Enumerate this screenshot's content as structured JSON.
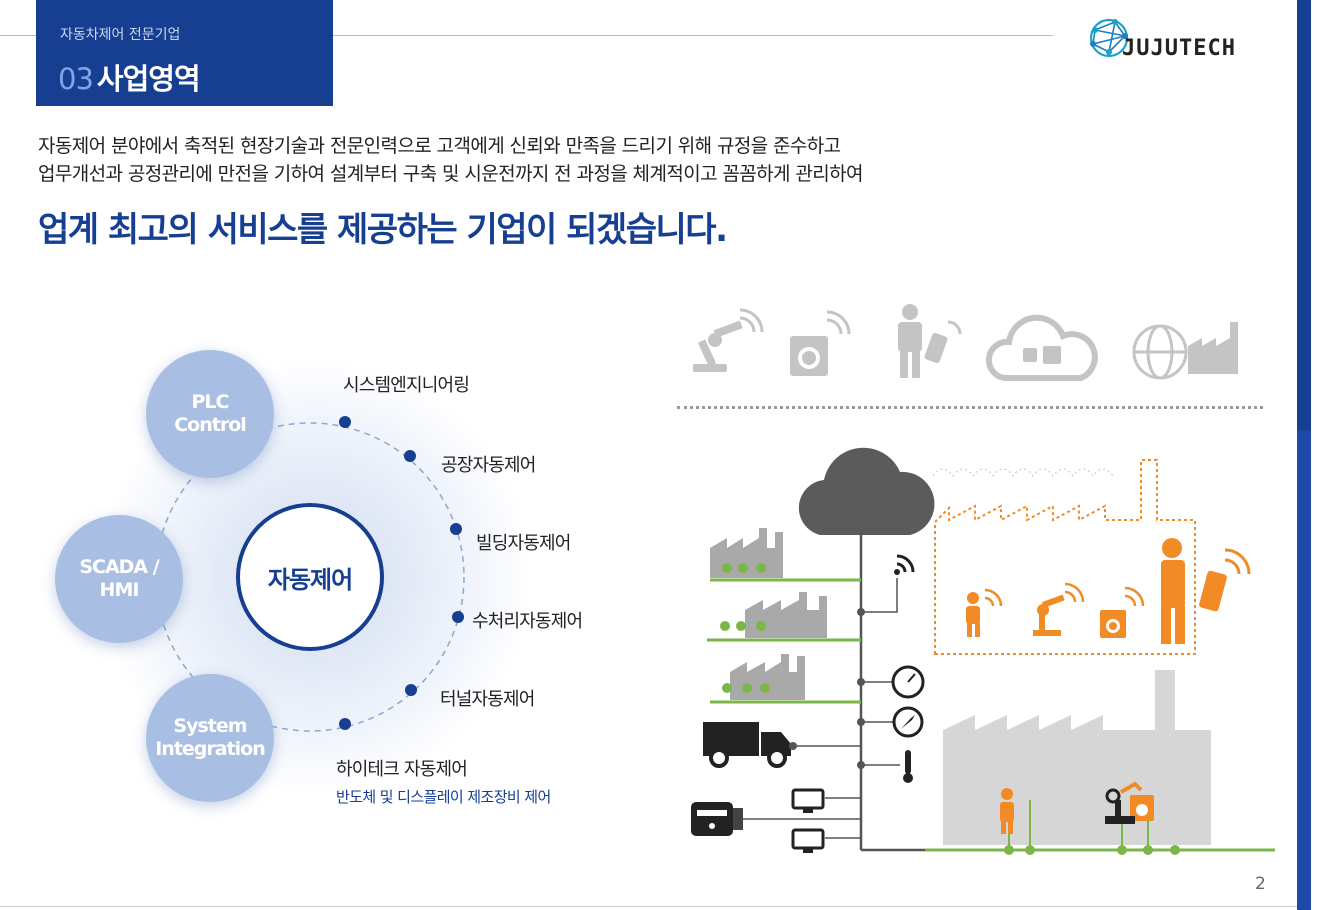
{
  "header": {
    "subtitle": "자동차제어 전문기업",
    "section_number": "03",
    "section_title": "사업영역",
    "logo_text": "JUJUTECH",
    "logo_icon": "network-globe-icon",
    "brand_color": "#173f91"
  },
  "intro": {
    "line1": "자동제어 분야에서 축적된 현장기술과 전문인력으로 고객에게 신뢰와 만족을 드리기 위해 규정을 준수하고",
    "line2": "업무개선과 공정관리에 만전을 기하여 설계부터 구축 및 시운전까지 전 과정을 체계적이고 꼼꼼하게 관리하여",
    "headline": "업계 최고의 서비스를 제공하는 기업이 되겠습니다."
  },
  "diagram": {
    "center": "자동제어",
    "nodes": [
      {
        "label": "PLC\nControl"
      },
      {
        "label": "SCADA /\nHMI"
      },
      {
        "label": "System\nIntegration"
      }
    ],
    "services": [
      "시스템엔지니어링",
      "공장자동제어",
      "빌딩자동제어",
      "수처리자동제어",
      "터널자동제어",
      "하이테크 자동제어"
    ],
    "service_sub": "반도체 및 디스플레이 제조장비 제어"
  },
  "illustration": {
    "top_icons": [
      "robot-arm-wireless-icon",
      "washer-wireless-icon",
      "person-phone-icon",
      "cloud-devices-icon",
      "globe-factory-icon"
    ],
    "accent_color": "#f28a26",
    "line_color": "#7ab648"
  },
  "page": {
    "number": "2"
  }
}
